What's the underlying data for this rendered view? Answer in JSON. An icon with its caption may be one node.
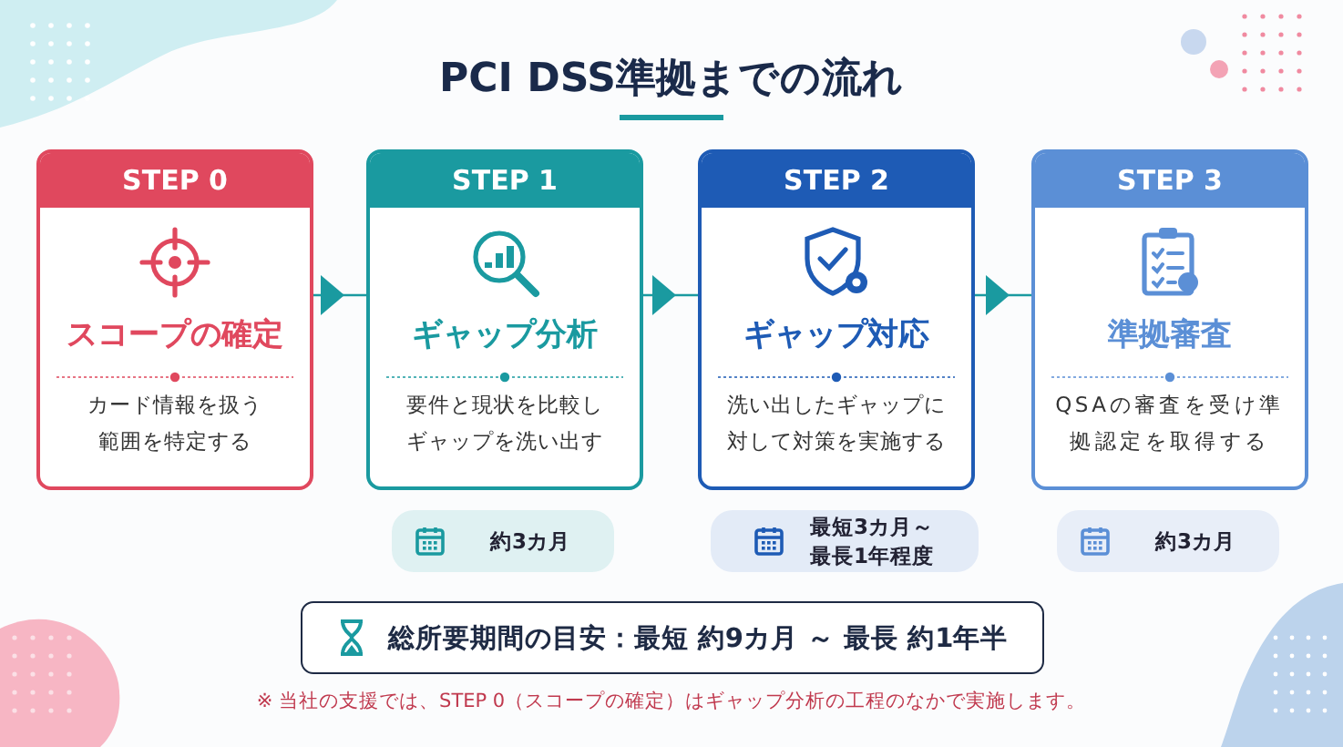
{
  "diagram": {
    "title": "PCI DSS準拠までの流れ",
    "nodes": [
      {
        "text": [
          "STEP 0",
          "スコープの確定",
          "カード情報を扱う範囲を特定する"
        ]
      },
      {
        "text": [
          "STEP 1",
          "ギャップ分析",
          "要件と現状を比較しギャップを洗い出す"
        ]
      },
      {
        "text": [
          "STEP 2",
          "ギャップ対応",
          "洗い出したギャップに対して対策を実施する"
        ]
      },
      {
        "text": [
          "STEP 3",
          "準拠審査",
          "QSAの審査を受け準拠認定を取得する"
        ]
      },
      {
        "text": [
          "約3カ月"
        ]
      },
      {
        "text": [
          "最短3カ月～最長1年程度"
        ]
      },
      {
        "text": [
          "約3カ月"
        ]
      },
      {
        "text": [
          "総所要期間の目安：最短 約9カ月 ～ 最長 約1年半"
        ]
      }
    ],
    "edges": [
      {
        "from": 0,
        "to": 1,
        "arrow": "to"
      },
      {
        "from": 1,
        "to": 2,
        "arrow": "to"
      },
      {
        "from": 2,
        "to": 3,
        "arrow": "to"
      }
    ],
    "labels": [
      "※ 当社の支援では、STEP 0（スコープの確定）はギャップ分析の工程のなかで実施します。"
    ]
  }
}
